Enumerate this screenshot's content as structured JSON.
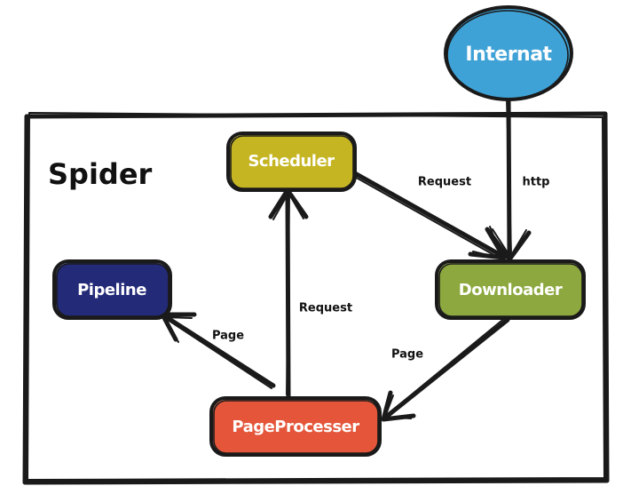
{
  "title": "Spider",
  "nodes": {
    "internat": {
      "label": "Internat",
      "color": "#3fa2d6"
    },
    "scheduler": {
      "label": "Scheduler",
      "color": "#c5b523"
    },
    "downloader": {
      "label": "Downloader",
      "color": "#8ca83e"
    },
    "pipeline": {
      "label": "Pipeline",
      "color": "#232a78"
    },
    "pageprocesser": {
      "label": "PageProcesser",
      "color": "#e4553a"
    }
  },
  "edges": {
    "scheduler_to_downloader": "Request",
    "internat_to_downloader": "http",
    "pageprocesser_to_scheduler": "Request",
    "pageprocesser_to_pipeline": "Page",
    "downloader_to_pageprocesser": "Page"
  }
}
